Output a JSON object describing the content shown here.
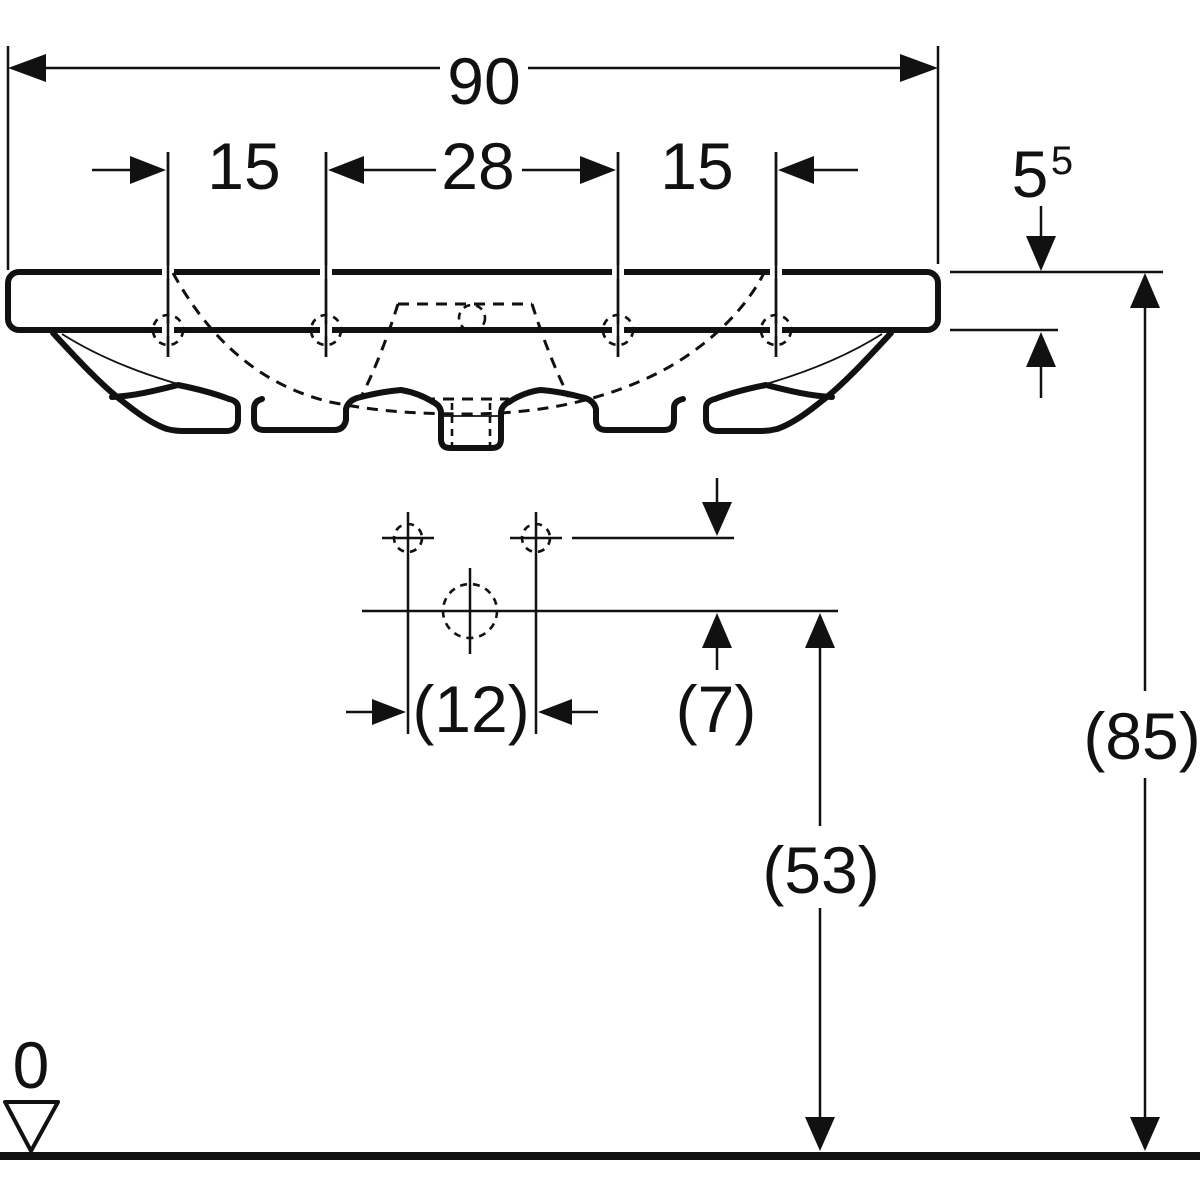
{
  "drawing": {
    "labels": {
      "overall_width": "90",
      "pitch_left": "15",
      "pitch_center": "28",
      "pitch_right": "15",
      "rim_thickness_main": "5",
      "rim_thickness_sup": "5",
      "fixing_hole_spacing": "(12)",
      "drain_offset": "(7)",
      "drain_height": "(53)",
      "rim_height": "(85)",
      "datum_zero": "0"
    },
    "colors": {
      "ink": "#111111",
      "background": "#ffffff"
    }
  }
}
